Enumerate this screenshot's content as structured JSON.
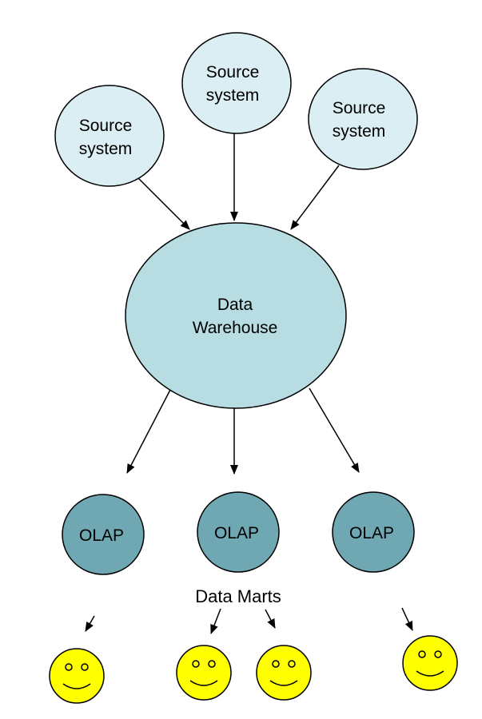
{
  "colors": {
    "source_fill": "#dbeef3",
    "warehouse_fill": "#b7dde2",
    "olap_fill": "#6fa7b2",
    "smiley_fill": "#ffff00",
    "outline": "#000000",
    "arrow": "#000000"
  },
  "diagram": {
    "sources": [
      {
        "line1": "Source",
        "line2": "system"
      },
      {
        "line1": "Source",
        "line2": "system"
      },
      {
        "line1": "Source",
        "line2": "system"
      }
    ],
    "warehouse": {
      "line1": "Data",
      "line2": "Warehouse"
    },
    "olap": [
      {
        "label": "OLAP"
      },
      {
        "label": "OLAP"
      },
      {
        "label": "OLAP"
      }
    ],
    "data_marts_label": "Data Marts",
    "users": [
      {
        "icon": "smiley-face-icon"
      },
      {
        "icon": "smiley-face-icon"
      },
      {
        "icon": "smiley-face-icon"
      },
      {
        "icon": "smiley-face-icon"
      }
    ]
  }
}
